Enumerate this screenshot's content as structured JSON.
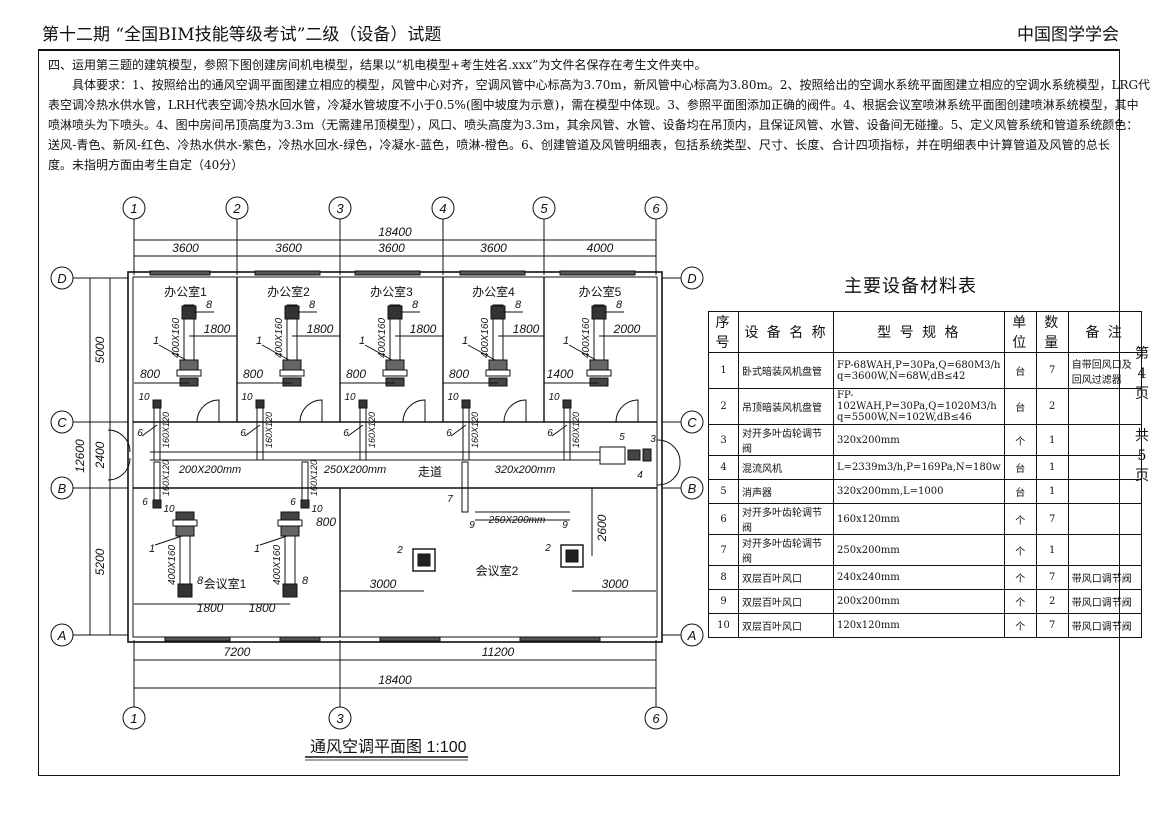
{
  "header": {
    "title": "第十二期 “全国BIM技能等级考试”二级（设备）试题",
    "org": "中国图学学会"
  },
  "question": {
    "lines": [
      "四、运用第三题的建筑模型，参照下图创建房间机电模型，结果以“机电模型+考生姓名.xxx”为文件名保存在考生文件夹中。",
      "　　具体要求：1、按照给出的通风空调平面图建立相应的模型，风管中心对齐，空调风管中心标高为3.70m，新风管中心标高为3.80m。2、按照给出的空调水系统平面图建立相应的空调水系统模型，LRG代",
      "表空调冷热水供水管，LRH代表空调冷热水回水管，冷凝水管坡度不小于0.5%(图中坡度为示意)，需在模型中体现。3、参照平面图添加正确的阀件。4、根据会议室喷淋系统平面图创建喷淋系统模型，其中",
      "喷淋喷头为下喷头。4、图中房间吊顶高度为3.3m（无需建吊顶模型），风口、喷头高度为3.3m，其余风管、水管、设备均在吊顶内，且保证风管、水管、设备间无碰撞。5、定义风管系统和管道系统颜色：",
      "送风-青色、新风-红色、冷热水供水-紫色，冷热水回水-绿色，冷凝水-蓝色，喷淋-橙色。6、创建管道及风管明细表，包括系统类型、尺寸、长度、合计四项指标，并在明细表中计算管道及风管的总长",
      "度。未指明方面由考生自定（40分）"
    ]
  },
  "page_info": {
    "page": [
      "第",
      "4",
      "页"
    ],
    "total": [
      "共",
      "5",
      "页"
    ]
  },
  "plan": {
    "title": "通风空调平面图 1:100",
    "axes_top": [
      "1",
      "2",
      "3",
      "4",
      "5",
      "6"
    ],
    "axes_bottom": [
      "1",
      "3",
      "6"
    ],
    "axes_rows": [
      "D",
      "C",
      "B",
      "A"
    ],
    "dim_total": "18400",
    "dim_top": [
      "3600",
      "3600",
      "3600",
      "3600",
      "4000"
    ],
    "dim_bottom": [
      "7200",
      "11200"
    ],
    "dim_left_total": "12600",
    "dim_left": [
      "5000",
      "2400",
      "5200"
    ],
    "offices": [
      {
        "label": "办公室1",
        "dim_right": "1800",
        "dim_left": "800"
      },
      {
        "label": "办公室2",
        "dim_right": "1800",
        "dim_left": "800"
      },
      {
        "label": "办公室3",
        "dim_right": "1800",
        "dim_left": "800"
      },
      {
        "label": "办公室4",
        "dim_right": "1800",
        "dim_left": "800"
      },
      {
        "label": "办公室5",
        "dim_right": "2000",
        "dim_left": "1400"
      }
    ],
    "fcu_duct": "400X160",
    "branch_duct": "160X120",
    "tags": {
      "fcu": "1",
      "grille": "8",
      "outlet": "10",
      "damper": "6",
      "cassette": "2",
      "damper2": "7",
      "grille2": "9",
      "silencer": "5",
      "fan": "4",
      "damper3": "3"
    },
    "corridor": {
      "label": "走道",
      "duct1": "200X200mm",
      "duct2": "250X200mm",
      "duct3": "320x200mm"
    },
    "meeting1": {
      "label": "会议室1",
      "dim1": "1800",
      "dim2": "1800",
      "dim_door": "800"
    },
    "meeting2": {
      "label": "会议室2",
      "duct": "250X200mm",
      "dim_v": "2600",
      "dim1": "3000",
      "dim2": "3000"
    }
  },
  "table": {
    "title": "主要设备材料表",
    "headers": [
      "序号",
      "设 备 名 称",
      "型  号  规  格",
      "单位",
      "数量",
      "备  注"
    ],
    "rows": [
      [
        "1",
        "卧式暗装风机盘管",
        "FP-68WAH,P=30Pa,Q=680M3/h q=3600W,N=68W,dB≤42",
        "台",
        "7",
        "自带回风口及回风过滤器"
      ],
      [
        "2",
        "吊顶暗装风机盘管",
        "FP-102WAH,P=30Pa,Q=1020M3/h q=5500W,N=102W,dB≤46",
        "台",
        "2",
        ""
      ],
      [
        "3",
        "对开多叶齿轮调节阀",
        "320x200mm",
        "个",
        "1",
        ""
      ],
      [
        "4",
        "混流风机",
        "L=2339m3/h,P=169Pa,N=180w",
        "台",
        "1",
        ""
      ],
      [
        "5",
        "消声器",
        "320x200mm,L=1000",
        "台",
        "1",
        ""
      ],
      [
        "6",
        "对开多叶齿轮调节阀",
        "160x120mm",
        "个",
        "7",
        ""
      ],
      [
        "7",
        "对开多叶齿轮调节阀",
        "250x200mm",
        "个",
        "1",
        ""
      ],
      [
        "8",
        "双层百叶风口",
        "240x240mm",
        "个",
        "7",
        "带风口调节阀"
      ],
      [
        "9",
        "双层百叶风口",
        "200x200mm",
        "个",
        "2",
        "带风口调节阀"
      ],
      [
        "10",
        "双层百叶风口",
        "120x120mm",
        "个",
        "7",
        "带风口调节阀"
      ]
    ]
  }
}
